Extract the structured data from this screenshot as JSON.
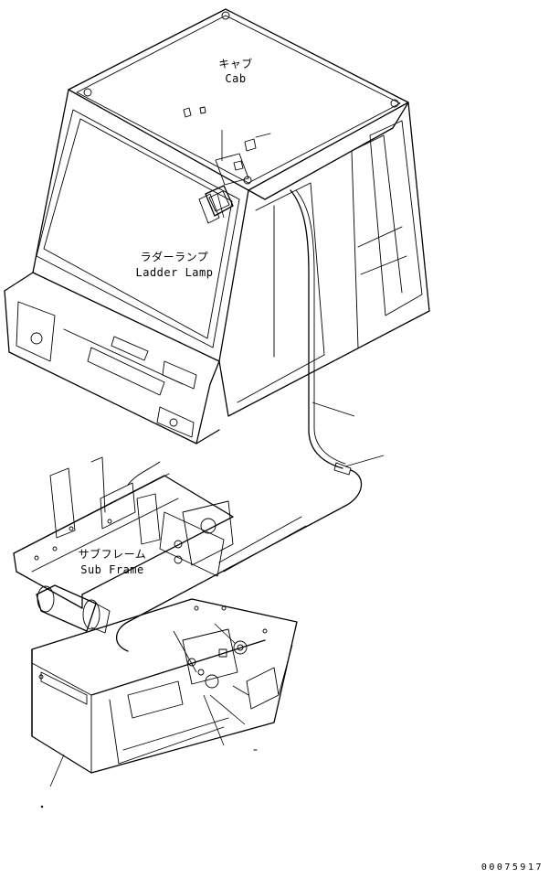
{
  "labels": {
    "cab_jp": "キャブ",
    "cab_en": "Cab",
    "ladder_lamp_jp": "ラダーランプ",
    "ladder_lamp_en": "Ladder Lamp",
    "sub_frame_jp": "サブフレーム",
    "sub_frame_en": "Sub Frame"
  },
  "document_id": "00075917"
}
